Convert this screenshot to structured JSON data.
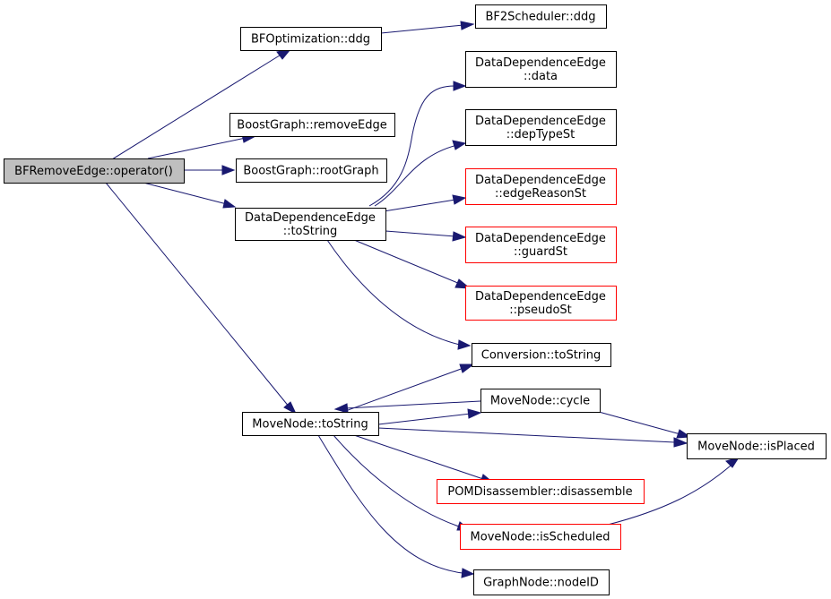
{
  "colors": {
    "edge": "#191970",
    "border_normal": "#000000",
    "border_truncated": "#ff0000",
    "fill_root": "#bfbfbf",
    "fill_normal": "#ffffff"
  },
  "nodes": {
    "root": {
      "lines": [
        "BFRemoveEdge::operator()"
      ],
      "kind": "root"
    },
    "bfopt": {
      "lines": [
        "BFOptimization::ddg"
      ],
      "kind": "normal"
    },
    "bf2": {
      "lines": [
        "BF2Scheduler::ddg"
      ],
      "kind": "normal"
    },
    "bgremove": {
      "lines": [
        "BoostGraph::removeEdge"
      ],
      "kind": "normal"
    },
    "bgroot": {
      "lines": [
        "BoostGraph::rootGraph"
      ],
      "kind": "normal"
    },
    "ddetostring": {
      "lines": [
        "DataDependenceEdge",
        "::toString"
      ],
      "kind": "normal"
    },
    "ddedata": {
      "lines": [
        "DataDependenceEdge",
        "::data"
      ],
      "kind": "normal"
    },
    "ddedeptype": {
      "lines": [
        "DataDependenceEdge",
        "::depTypeSt"
      ],
      "kind": "normal"
    },
    "ddeedgereason": {
      "lines": [
        "DataDependenceEdge",
        "::edgeReasonSt"
      ],
      "kind": "truncated"
    },
    "ddeguard": {
      "lines": [
        "DataDependenceEdge",
        "::guardSt"
      ],
      "kind": "truncated"
    },
    "ddepseudo": {
      "lines": [
        "DataDependenceEdge",
        "::pseudoSt"
      ],
      "kind": "truncated"
    },
    "convtostring": {
      "lines": [
        "Conversion::toString"
      ],
      "kind": "normal"
    },
    "mnodecycle": {
      "lines": [
        "MoveNode::cycle"
      ],
      "kind": "normal"
    },
    "mnodetostring": {
      "lines": [
        "MoveNode::toString"
      ],
      "kind": "normal"
    },
    "mnodeisplaced": {
      "lines": [
        "MoveNode::isPlaced"
      ],
      "kind": "normal"
    },
    "pomdis": {
      "lines": [
        "POMDisassembler::disassemble"
      ],
      "kind": "truncated"
    },
    "mnodeissched": {
      "lines": [
        "MoveNode::isScheduled"
      ],
      "kind": "truncated"
    },
    "gnodeid": {
      "lines": [
        "GraphNode::nodeID"
      ],
      "kind": "normal"
    }
  },
  "edges": [
    [
      "root",
      "bfopt"
    ],
    [
      "bfopt",
      "bf2"
    ],
    [
      "root",
      "bgremove"
    ],
    [
      "root",
      "bgroot"
    ],
    [
      "root",
      "ddetostring"
    ],
    [
      "root",
      "mnodetostring"
    ],
    [
      "ddetostring",
      "ddedata"
    ],
    [
      "ddetostring",
      "ddedeptype"
    ],
    [
      "ddetostring",
      "ddeedgereason"
    ],
    [
      "ddetostring",
      "ddeguard"
    ],
    [
      "ddetostring",
      "ddepseudo"
    ],
    [
      "ddetostring",
      "convtostring"
    ],
    [
      "mnodetostring",
      "convtostring"
    ],
    [
      "mnodetostring",
      "mnodecycle"
    ],
    [
      "mnodecycle",
      "mnodetostring"
    ],
    [
      "mnodecycle",
      "mnodeisplaced"
    ],
    [
      "mnodetostring",
      "mnodeisplaced"
    ],
    [
      "mnodetostring",
      "pomdis"
    ],
    [
      "mnodetostring",
      "mnodeissched"
    ],
    [
      "mnodetostring",
      "gnodeid"
    ],
    [
      "mnodeissched",
      "mnodeisplaced"
    ]
  ]
}
